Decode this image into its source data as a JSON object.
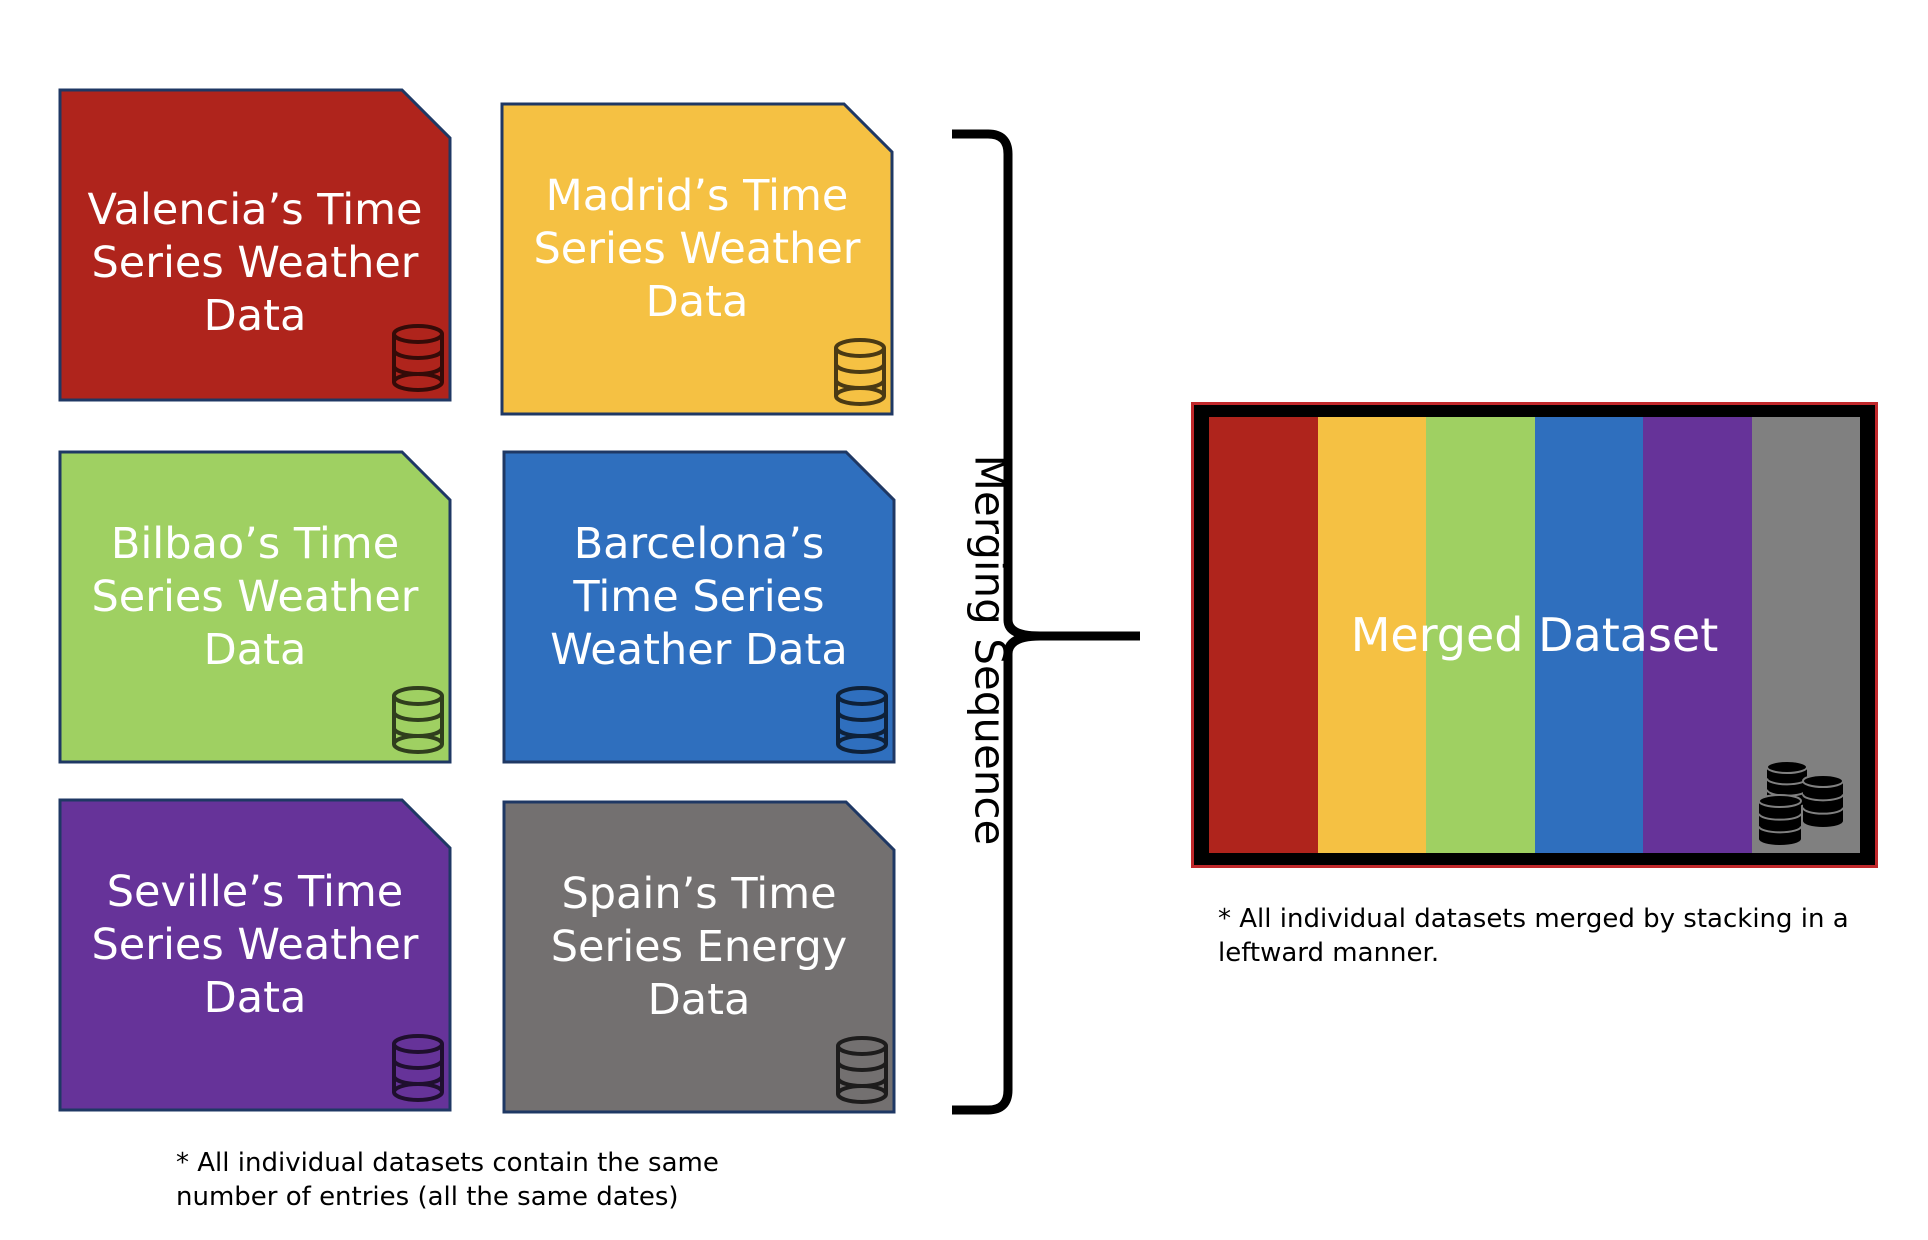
{
  "cards": [
    {
      "label": "Valencia’s Time\nSeries Weather\nData",
      "color": "#af241c"
    },
    {
      "label": "Madrid’s Time\nSeries Weather\nData",
      "color": "#f5c143"
    },
    {
      "label": "Bilbao’s Time\nSeries Weather\nData",
      "color": "#9fd062"
    },
    {
      "label": "Barcelona’s\nTime Series\nWeather Data",
      "color": "#2f6fbe"
    },
    {
      "label": "Seville’s Time\nSeries Weather\nData",
      "color": "#663399"
    },
    {
      "label": "Spain’s Time\nSeries Energy\nData",
      "color": "#737070"
    }
  ],
  "icons": {
    "card_icon": "database-icon",
    "merged_icon": "stacked-database-icon"
  },
  "merge_label": "Merging Sequence",
  "merged": {
    "title": "Merged Dataset",
    "stripe_colors": [
      "#af241c",
      "#f5c143",
      "#9fd062",
      "#2f6fbe",
      "#663399",
      "#808080"
    ]
  },
  "notes": {
    "individual": "* All individual datasets contain the same\nnumber of entries (all the same dates)",
    "merged": "* All individual datasets merged by stacking in a\nleftward manner."
  }
}
